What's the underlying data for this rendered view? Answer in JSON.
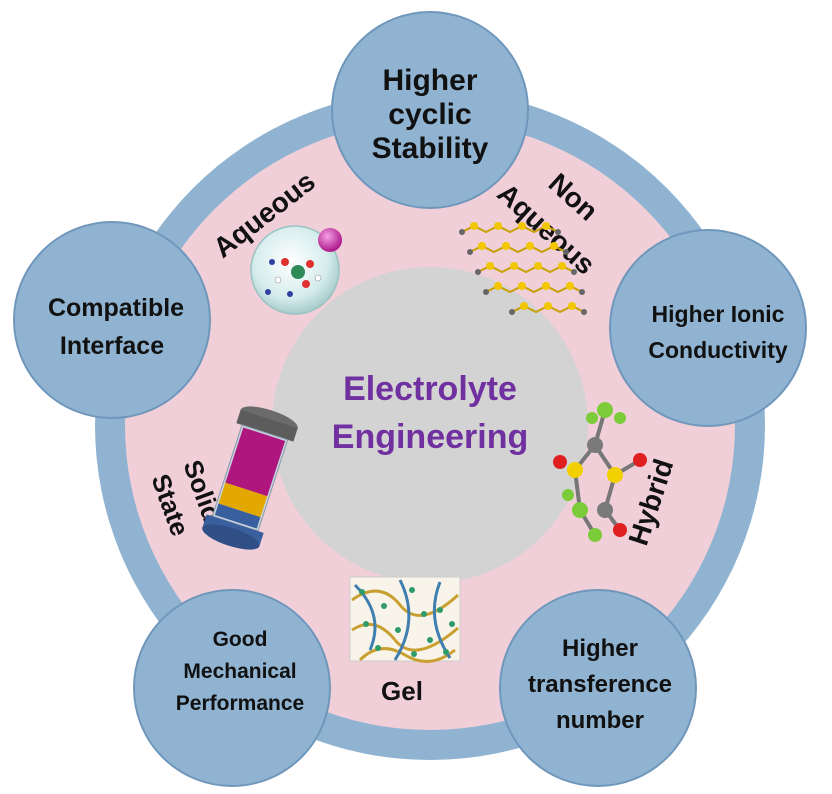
{
  "center": {
    "line1": "Electrolyte",
    "line2": "Engineering",
    "color": "#7030a0"
  },
  "colors": {
    "outer_ring": "#8fb3d1",
    "inner_pink": "#f1cfd8",
    "center_disc": "#d3d3d3",
    "satellite": "#8fb3d1",
    "satellite_stroke": "#6f97bb"
  },
  "properties": {
    "top": [
      "Higher",
      "cyclic",
      "Stability"
    ],
    "right": [
      "Higher Ionic",
      "Conductivity"
    ],
    "bottom_right": [
      "Higher",
      "transference",
      "number"
    ],
    "bottom_left": [
      "Good",
      "Mechanical",
      "Performance"
    ],
    "left": [
      "Compatible",
      "Interface"
    ]
  },
  "electrolyte_types": {
    "aqueous": "Aqueous",
    "non": "Non",
    "non_aqueous": "Aqueous",
    "hybrid": "Hybrid",
    "gel": "Gel",
    "solid": "Solid",
    "state": "State"
  },
  "illustrations": {
    "aqueous": "water-molecule-sphere-icon",
    "non_aqueous": "chain-molecule-icon",
    "hybrid": "hybrid-molecule-icon",
    "gel": "polymer-network-icon",
    "solid_state": "solid-battery-cell-icon"
  }
}
